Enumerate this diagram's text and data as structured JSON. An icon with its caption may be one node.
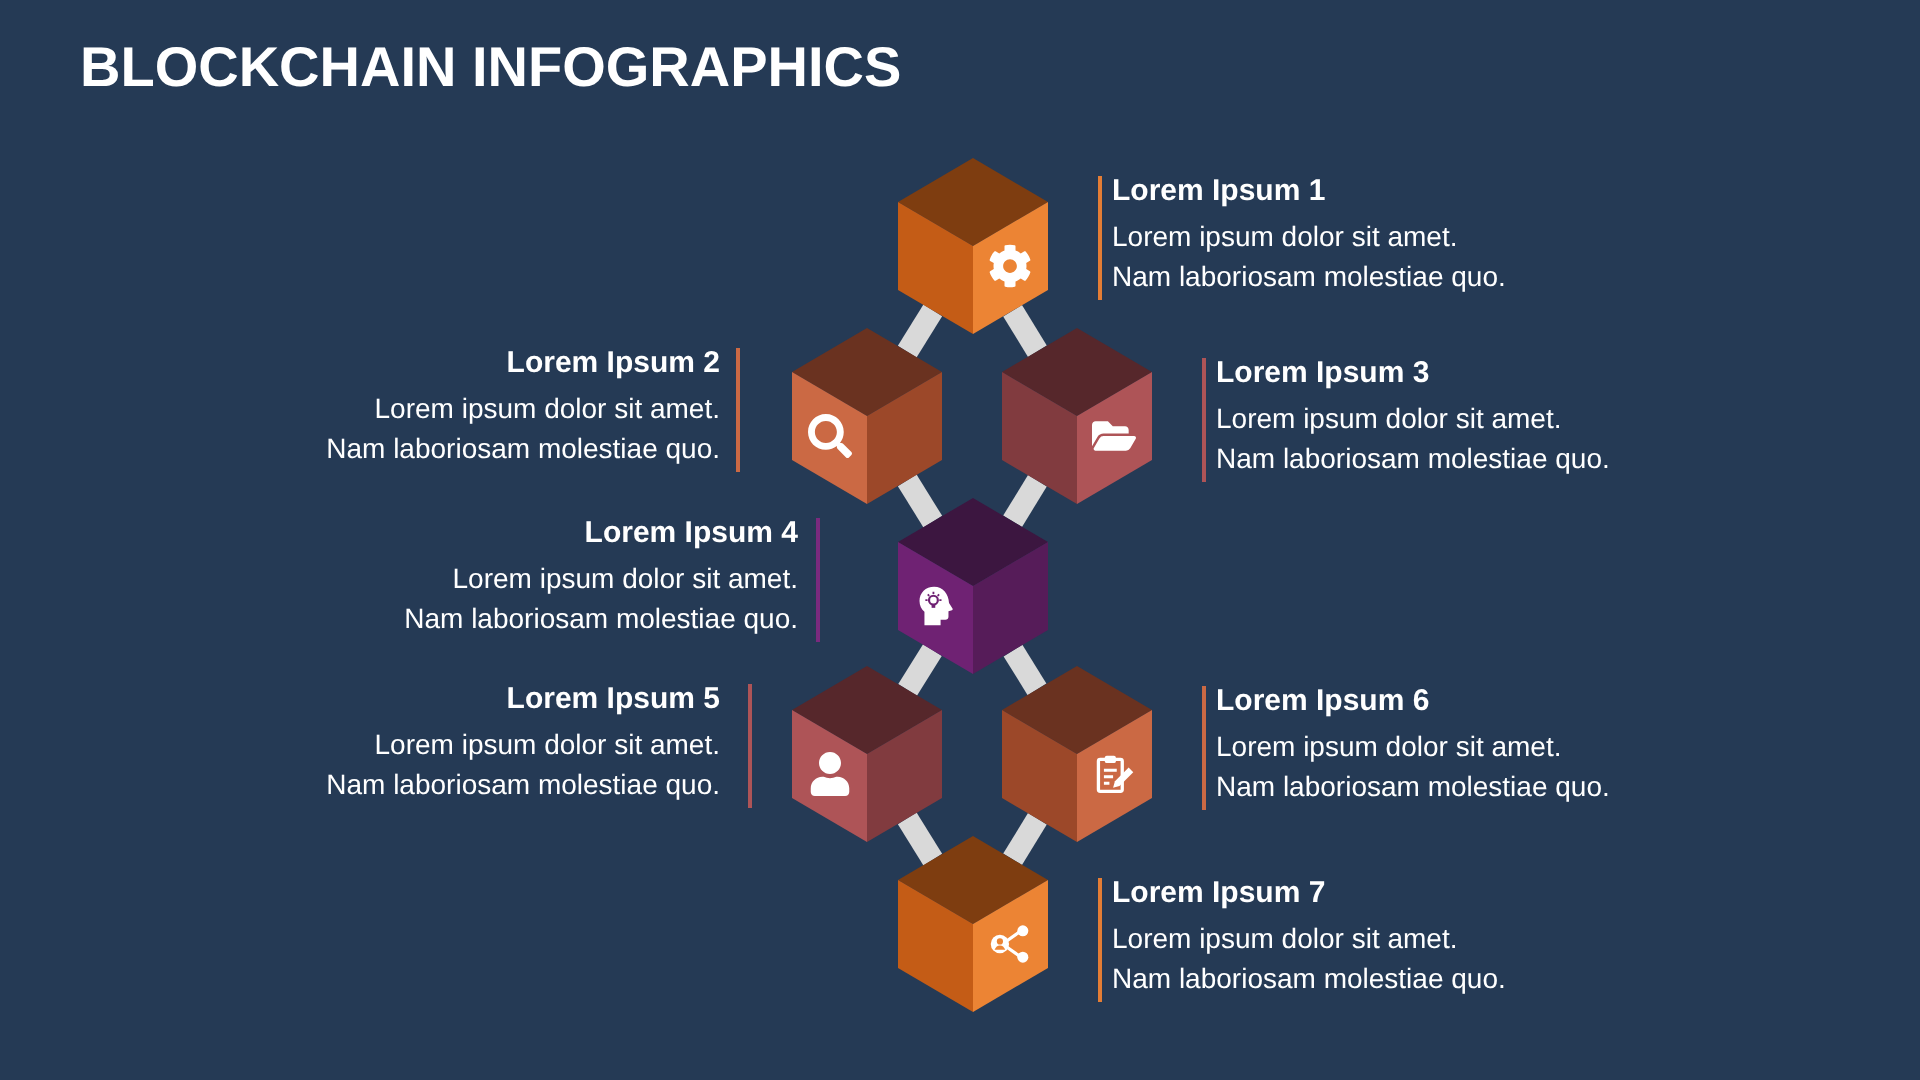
{
  "diagram": {
    "title": "BLOCKCHAIN INFOGRAPHICS",
    "nodes": [
      {
        "text": [],
        "shape": "cube",
        "beside": [
          "Lorem Ipsum 1",
          "Lorem ipsum dolor sit amet. Nam laboriosam molestiae quo."
        ]
      },
      {
        "text": [],
        "shape": "cube",
        "beside": [
          "Lorem Ipsum 2",
          "Lorem ipsum dolor sit amet. Nam laboriosam molestiae quo."
        ]
      },
      {
        "text": [],
        "shape": "cube",
        "beside": [
          "Lorem Ipsum 3",
          "Lorem ipsum dolor sit amet. Nam laboriosam molestiae quo."
        ]
      },
      {
        "text": [],
        "shape": "cube",
        "beside": [
          "Lorem Ipsum 4",
          "Lorem ipsum dolor sit amet. Nam laboriosam molestiae quo."
        ]
      },
      {
        "text": [],
        "shape": "cube",
        "beside": [
          "Lorem Ipsum 5",
          "Lorem ipsum dolor sit amet. Nam laboriosam molestiae quo."
        ]
      },
      {
        "text": [],
        "shape": "cube",
        "beside": [
          "Lorem Ipsum 6",
          "Lorem ipsum dolor sit amet. Nam laboriosam molestiae quo."
        ]
      },
      {
        "text": [],
        "shape": "cube",
        "beside": [
          "Lorem Ipsum 7",
          "Lorem ipsum dolor sit amet. Nam laboriosam molestiae quo."
        ]
      }
    ],
    "edges": [
      {
        "from": 0,
        "to": 1,
        "arrow": "none"
      },
      {
        "from": 0,
        "to": 2,
        "arrow": "none"
      },
      {
        "from": 1,
        "to": 3,
        "arrow": "none"
      },
      {
        "from": 2,
        "to": 3,
        "arrow": "none"
      },
      {
        "from": 3,
        "to": 4,
        "arrow": "none"
      },
      {
        "from": 3,
        "to": 5,
        "arrow": "none"
      },
      {
        "from": 4,
        "to": 6,
        "arrow": "none"
      },
      {
        "from": 5,
        "to": 6,
        "arrow": "none"
      }
    ]
  }
}
